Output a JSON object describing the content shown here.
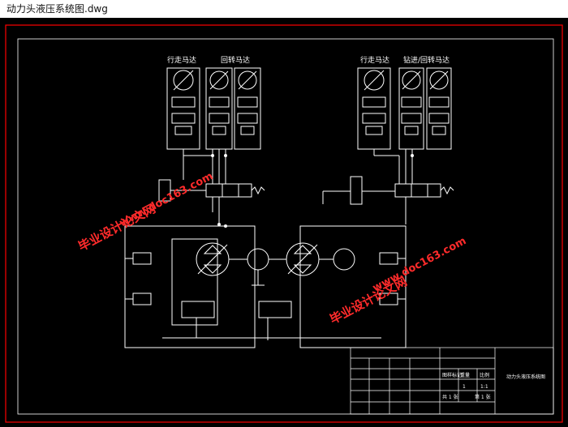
{
  "window": {
    "title": "动力头液压系统图.dwg"
  },
  "drawing": {
    "labels": {
      "left_a": "行走马达",
      "left_b": "回转马达",
      "right_a": "行走马达",
      "right_b": "钻进/回转马达"
    },
    "title_block": {
      "drawing_title": "动力头液压系统图",
      "scale_label": "图样标记",
      "weight_label": "重量",
      "ratio_label": "比例",
      "ratio_value": "1:1",
      "sheet_label": "共 1 张",
      "sheet_no": "第 1 张",
      "qty": "1"
    },
    "watermarks": {
      "site_name": "毕业设计论文网",
      "url": "www.doc163.com"
    }
  },
  "colors": {
    "background": "#000000",
    "lines": "#ffffff",
    "frame": "#ff0000",
    "watermark": "#ff2b2b"
  }
}
